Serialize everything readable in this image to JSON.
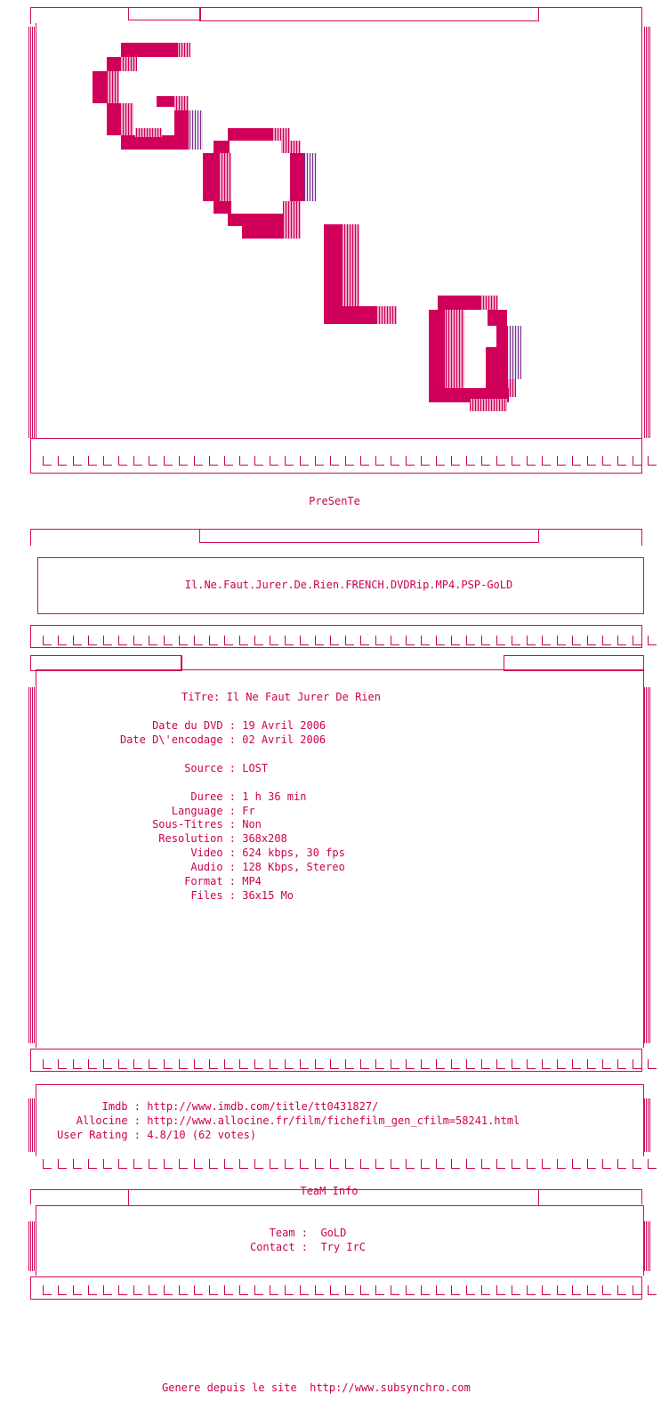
{
  "header_logo": {
    "text": "GoLD"
  },
  "presente": "PreSenTe",
  "release_name": "Il.Ne.Faut.Jurer.De.Rien.FRENCH.DVDRip.MP4.PSP-GoLD",
  "title_line": {
    "label": "TiTre:",
    "value": "Il Ne Faut Jurer De Rien"
  },
  "dates": [
    {
      "label": "Date du DVD :",
      "value": "19 Avril 2006"
    },
    {
      "label": "Date D\\'encodage :",
      "value": "02 Avril 2006"
    }
  ],
  "source": {
    "label": "Source :",
    "value": "LOST"
  },
  "specs": [
    {
      "label": "Duree :",
      "value": "1 h 36 min"
    },
    {
      "label": "Language :",
      "value": "Fr"
    },
    {
      "label": "Sous-Titres :",
      "value": "Non"
    },
    {
      "label": "Resolution :",
      "value": "368x208"
    },
    {
      "label": "Video :",
      "value": "624 kbps, 30 fps"
    },
    {
      "label": "Audio :",
      "value": "128 Kbps, Stereo"
    },
    {
      "label": "Format :",
      "value": "MP4"
    },
    {
      "label": "Files :",
      "value": "36x15 Mo"
    }
  ],
  "links": [
    {
      "label": "Imdb :",
      "value": "http://www.imdb.com/title/tt0431827/"
    },
    {
      "label": "Allocine :",
      "value": "http://www.allocine.fr/film/fichefilm_gen_cfilm=58241.html"
    },
    {
      "label": "User Rating :",
      "value": "4.8/10 (62 votes)"
    }
  ],
  "team_header": "TeaM Info",
  "team": [
    {
      "label": "Team :",
      "value": "GoLD"
    },
    {
      "label": "Contact :",
      "value": "Try IrC"
    }
  ],
  "footer": {
    "prefix": "Genere depuis le site",
    "url": "http://www.subsynchro.com"
  },
  "colors": {
    "accent": "#cc0052",
    "pink_light": "#f08ab8",
    "purple": "#8a2a8a"
  }
}
